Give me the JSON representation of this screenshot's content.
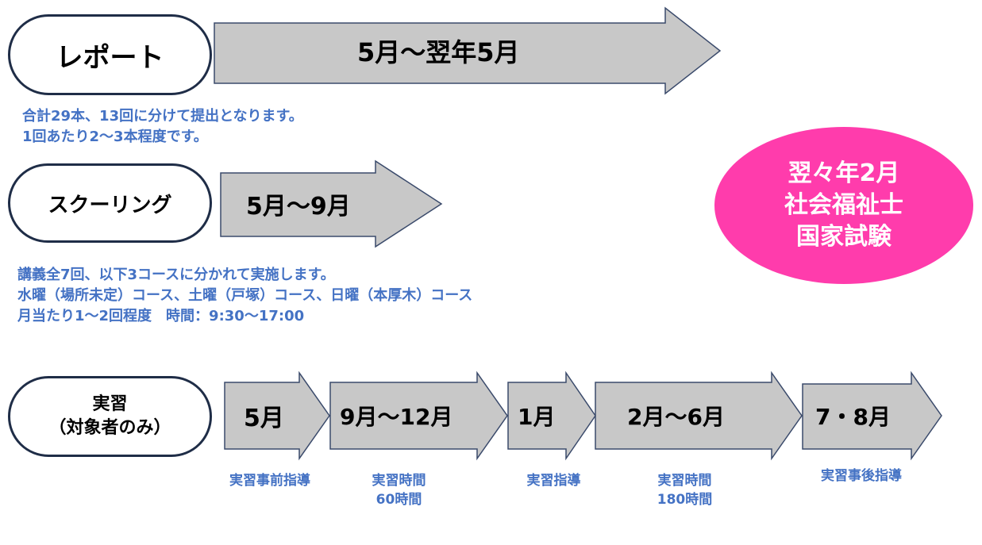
{
  "report": {
    "label": "レポート",
    "period": "5月～翌年5月",
    "note_lines": [
      "合計29本、13回に分けて提出となります。",
      "1回あたり2～3本程度です。"
    ]
  },
  "schooling": {
    "label": "スクーリング",
    "period": "5月～9月",
    "note_lines": [
      "講義全7回、以下3コースに分かれて実施します。",
      "水曜（場所未定）コース、土曜（戸塚）コース、日曜（本厚木）コース",
      "月当たり1～2回程度　時間：9:30～17:00"
    ]
  },
  "practicum": {
    "label_lines": [
      "実習",
      "（対象者のみ）"
    ],
    "steps": [
      {
        "period": "5月",
        "caption_lines": [
          "実習事前指導"
        ]
      },
      {
        "period": "9月～12月",
        "caption_lines": [
          "実習時間",
          "60時間"
        ]
      },
      {
        "period": "1月",
        "caption_lines": [
          "実習指導"
        ]
      },
      {
        "period": "2月～6月",
        "caption_lines": [
          "実習時間",
          "180時間"
        ]
      },
      {
        "period": "7・8月",
        "caption_lines": [
          "実習事後指導"
        ]
      }
    ]
  },
  "exam": {
    "lines": [
      "翌々年2月",
      "社会福祉士",
      "国家試験"
    ]
  },
  "colors": {
    "arrow_fill": "#c8c8c8",
    "arrow_stroke": "#3a4a6b",
    "pill_border": "#1f2d47",
    "note_text": "#4472c4",
    "exam_badge": "#ff3cac"
  }
}
